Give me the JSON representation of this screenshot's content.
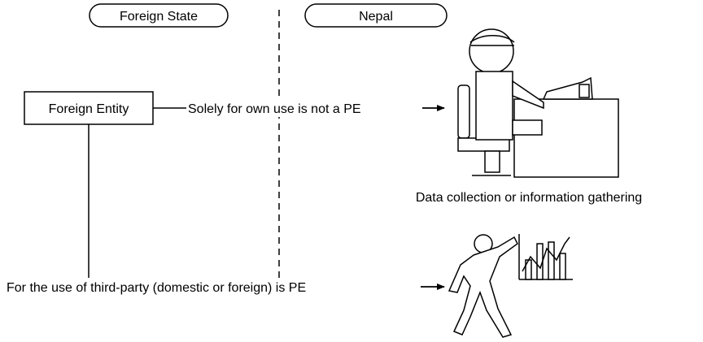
{
  "headers": {
    "left": "Foreign State",
    "right": "Nepal"
  },
  "entity": {
    "label": "Foreign Entity"
  },
  "arrows": {
    "own_use": "Solely for own use is not a PE",
    "third_party": "For the use of third-party (domestic or foreign) is PE"
  },
  "captions": {
    "data_collection": "Data collection or information gathering"
  },
  "icons": {
    "office_worker": "person-at-desk-computer-icon",
    "presenter": "person-presenting-chart-icon"
  }
}
